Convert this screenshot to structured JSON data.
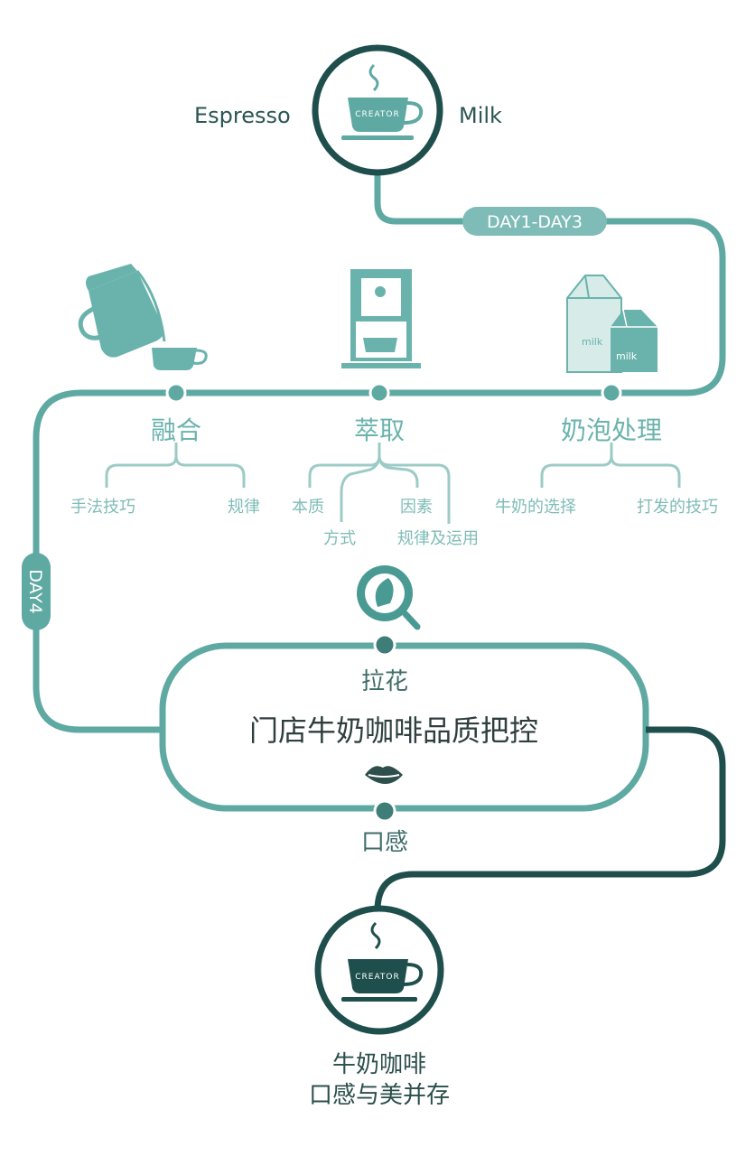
{
  "intro": {
    "left_label": "Espresso",
    "right_label": "Milk",
    "cup_logo": "CREATOR"
  },
  "tags": {
    "day1_3": "DAY1-DAY3",
    "day4": "DAY4"
  },
  "stages": [
    {
      "label": "融合",
      "subs": [
        "手法技巧",
        "规律"
      ],
      "icon": "milk-pitcher-pouring-icon"
    },
    {
      "label": "萃取",
      "subs": [
        "本质",
        "方式",
        "因素",
        "规律及运用"
      ],
      "icon": "espresso-machine-icon"
    },
    {
      "label": "奶泡处理",
      "subs": [
        "牛奶的选择",
        "打发的技巧"
      ],
      "icon": "milk-cartons-icon"
    }
  ],
  "milk_carton_text": "milk",
  "latte_art": {
    "label": "拉花",
    "icon": "latte-art-magnifier-icon"
  },
  "center_title": "门店牛奶咖啡品质把控",
  "taste": {
    "label": "口感",
    "icon": "lips-icon"
  },
  "final": {
    "line1": "牛奶咖啡",
    "line2": "口感与美并存",
    "cup_logo": "CREATOR"
  },
  "colors": {
    "dark_teal": "#1f4f4c",
    "teal": "#5fa9a3",
    "light_teal": "#7fbcb7"
  }
}
